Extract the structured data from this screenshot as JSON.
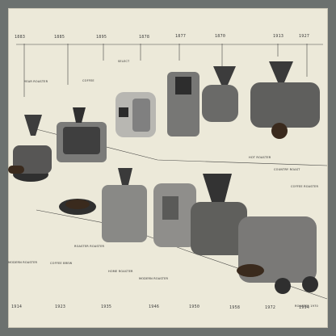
{
  "timeline_years": [
    "1883",
    "1885",
    "1895",
    "1878",
    "1877",
    "1870",
    "1913",
    "1927"
  ],
  "labels": [
    "YEAR ROASTER",
    "COFFEE",
    "SELECT",
    "HOT ROASTER",
    "COUNTRY ROAST",
    "COFFEE ROASTER",
    "MODERN ROASTER",
    "COFFEE BREW",
    "ROASTER ROASTER",
    "HOME ROASTER",
    "MODERN ROASTER",
    "ROASTER 1970"
  ],
  "bottom_dates": [
    "1914",
    "1923",
    "1935",
    "1946",
    "1950",
    "1958",
    "1972",
    "1994"
  ],
  "colors": {
    "frame": "#6c716f",
    "paper": "#ece9d9",
    "ink": "#2b2b2b",
    "metal": "#8c8c88",
    "beans": "#3a2a1d"
  },
  "icons": [
    "hand-crank-roaster",
    "drum-roaster",
    "cylinder-roaster",
    "funnel-hopper",
    "bean-tray",
    "wheeled-roaster"
  ]
}
